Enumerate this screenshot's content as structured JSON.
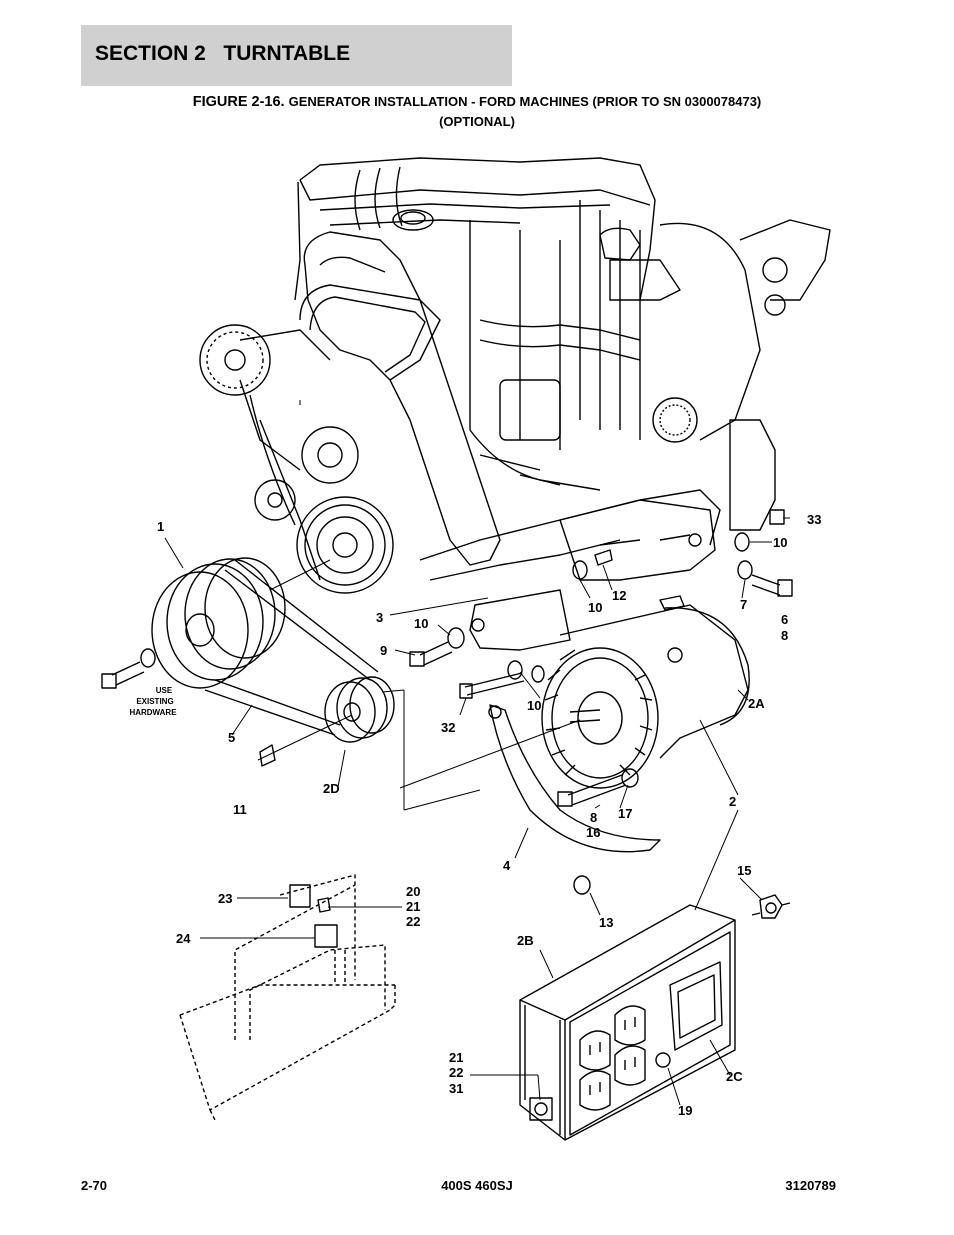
{
  "header": {
    "section": "SECTION 2",
    "title": "TURNTABLE"
  },
  "figure": {
    "number": "FIGURE 2-16.",
    "caption_line1": "GENERATOR INSTALLATION - FORD MACHINES (PRIOR TO SN 0300078473)",
    "caption_line2": "(OPTIONAL)"
  },
  "callouts": {
    "c1": "1",
    "c2": "2",
    "c2a": "2A",
    "c2b": "2B",
    "c2c": "2C",
    "c2d": "2D",
    "c3": "3",
    "c4": "4",
    "c5": "5",
    "c6": "6",
    "c7": "7",
    "c8a": "8",
    "c8b": "8",
    "c9": "9",
    "c10a": "10",
    "c10b": "10",
    "c10c": "10",
    "c10d": "10",
    "c11": "11",
    "c12": "12",
    "c13": "13",
    "c15": "15",
    "c16": "16",
    "c17": "17",
    "c19": "19",
    "c20": "20",
    "c21a": "21",
    "c21b": "21",
    "c22a": "22",
    "c22b": "22",
    "c23": "23",
    "c24": "24",
    "c31": "31",
    "c32": "32",
    "c33": "33"
  },
  "note": {
    "line1": "USE",
    "line2": "EXISTING",
    "line3": "HARDWARE"
  },
  "footer": {
    "page": "2-70",
    "model": "400S 460SJ",
    "doc": "3120789"
  }
}
